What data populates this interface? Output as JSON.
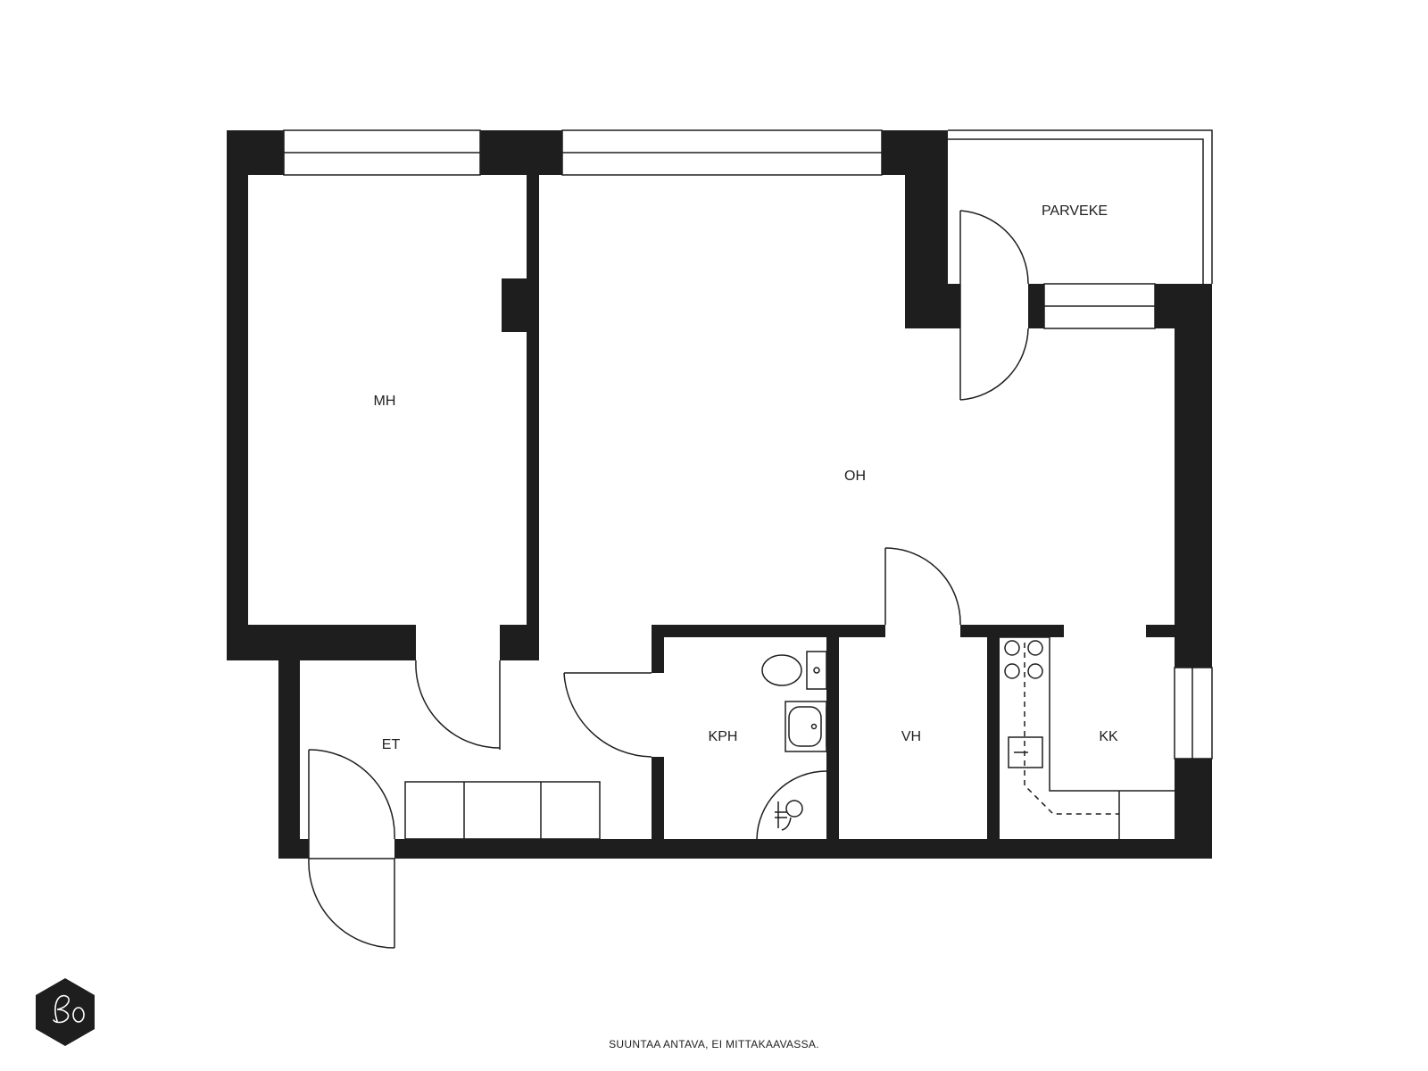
{
  "rooms": {
    "mh": "MH",
    "oh": "OH",
    "parveke": "PARVEKE",
    "et": "ET",
    "kph": "KPH",
    "vh": "VH",
    "kk": "KK"
  },
  "footer": {
    "note": "SUUNTAA ANTAVA, EI MITTAKAAVASSA."
  },
  "colors": {
    "wall": "#1e1e1e",
    "background": "#ffffff"
  },
  "icons": {
    "logo": "bo-hexagon-logo"
  }
}
